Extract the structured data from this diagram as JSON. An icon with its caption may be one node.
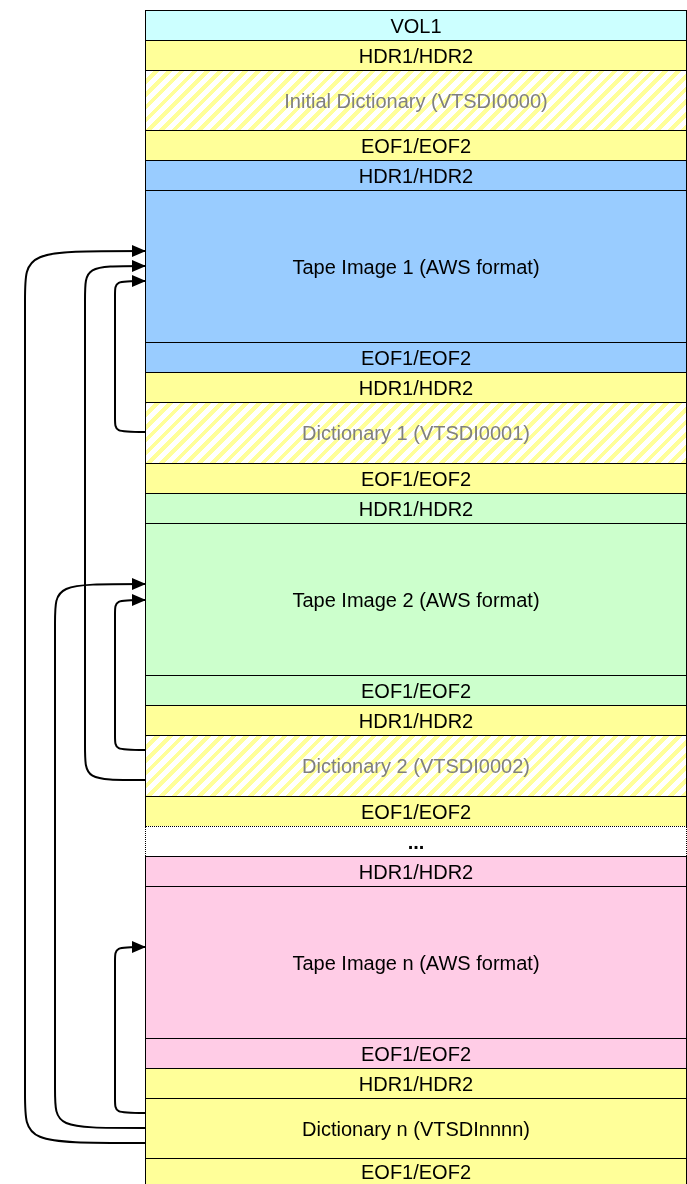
{
  "diagram": {
    "nodes": [
      {
        "text": [
          "VOL1"
        ]
      },
      {
        "text": [
          "HDR1/HDR2"
        ]
      },
      {
        "text": [
          "Initial Dictionary (VTSDI0000)"
        ]
      },
      {
        "text": [
          "EOF1/EOF2"
        ]
      },
      {
        "text": [
          "HDR1/HDR2"
        ]
      },
      {
        "text": [
          "Tape Image 1 (AWS format)"
        ]
      },
      {
        "text": [
          "EOF1/EOF2"
        ]
      },
      {
        "text": [
          "HDR1/HDR2"
        ]
      },
      {
        "text": [
          "Dictionary 1 (VTSDI0001)"
        ]
      },
      {
        "text": [
          "EOF1/EOF2"
        ]
      },
      {
        "text": [
          "HDR1/HDR2"
        ]
      },
      {
        "text": [
          "Tape Image 2 (AWS format)"
        ]
      },
      {
        "text": [
          "EOF1/EOF2"
        ]
      },
      {
        "text": [
          "HDR1/HDR2"
        ]
      },
      {
        "text": [
          "Dictionary 2 (VTSDI0002)"
        ]
      },
      {
        "text": [
          "EOF1/EOF2"
        ]
      },
      {
        "text": [
          "..."
        ]
      },
      {
        "text": [
          "HDR1/HDR2"
        ]
      },
      {
        "text": [
          "Tape Image n (AWS format)"
        ]
      },
      {
        "text": [
          "EOF1/EOF2"
        ]
      },
      {
        "text": [
          "HDR1/HDR2"
        ]
      },
      {
        "text": [
          "Dictionary n (VTSDInnnn)"
        ]
      },
      {
        "text": [
          "EOF1/EOF2"
        ]
      }
    ],
    "edges": [
      {
        "from": 8,
        "to": 5,
        "arrow": "to"
      },
      {
        "from": 14,
        "to": 5,
        "arrow": "to"
      },
      {
        "from": 14,
        "to": 11,
        "arrow": "to"
      },
      {
        "from": 21,
        "to": 5,
        "arrow": "to"
      },
      {
        "from": 21,
        "to": 11,
        "arrow": "to"
      },
      {
        "from": 21,
        "to": 18,
        "arrow": "to"
      }
    ]
  }
}
